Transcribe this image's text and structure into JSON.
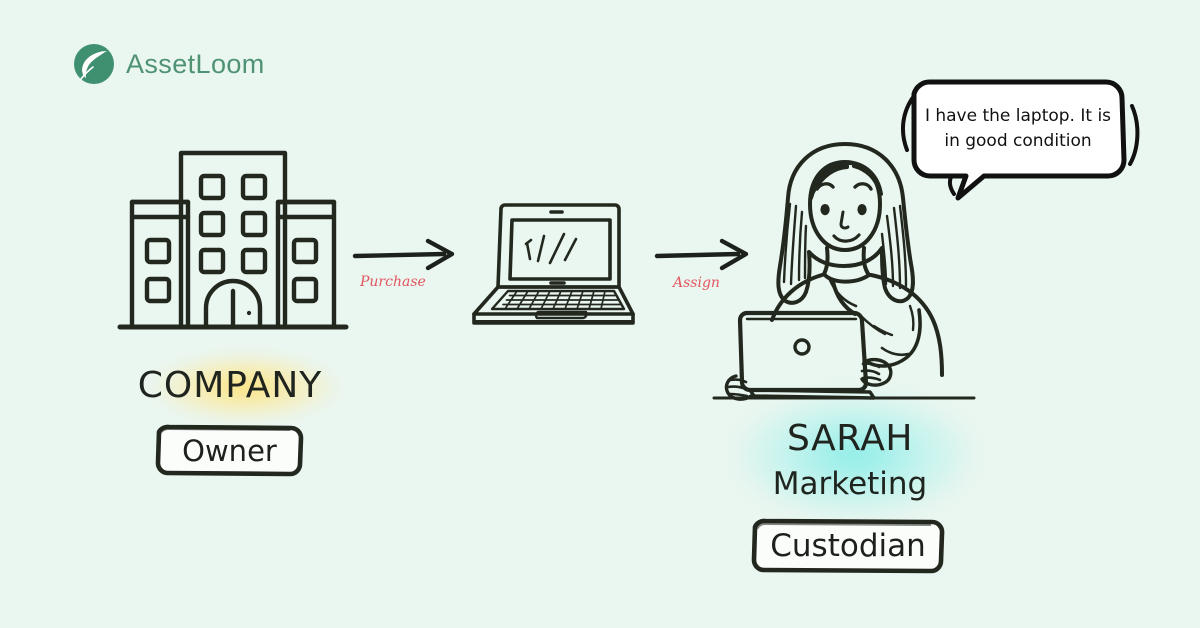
{
  "brand": {
    "name": "AssetLoom",
    "logo_icon": "leaf-in-circle-icon",
    "color": "#4f9274"
  },
  "canvas": {
    "background_color": "#eaf6f0",
    "ink_color": "#20241f"
  },
  "nodes": {
    "company": {
      "icon": "office-building-icon",
      "title": "COMPANY",
      "role": "Owner",
      "glow_color": "#ffe06e"
    },
    "asset": {
      "icon": "laptop-icon"
    },
    "person": {
      "icon": "woman-with-laptop-icon",
      "title": "SARAH",
      "department": "Marketing",
      "role": "Custodian",
      "glow_color": "#78ebe6"
    }
  },
  "arrows": [
    {
      "label": "Purchase",
      "color": "#e2555f",
      "icon": "arrow-right-icon"
    },
    {
      "label": "Assign",
      "color": "#e2555f",
      "icon": "arrow-right-icon"
    }
  ],
  "speech": {
    "icon": "speech-bubble-icon",
    "text": "I have the laptop. It is in good condition"
  }
}
